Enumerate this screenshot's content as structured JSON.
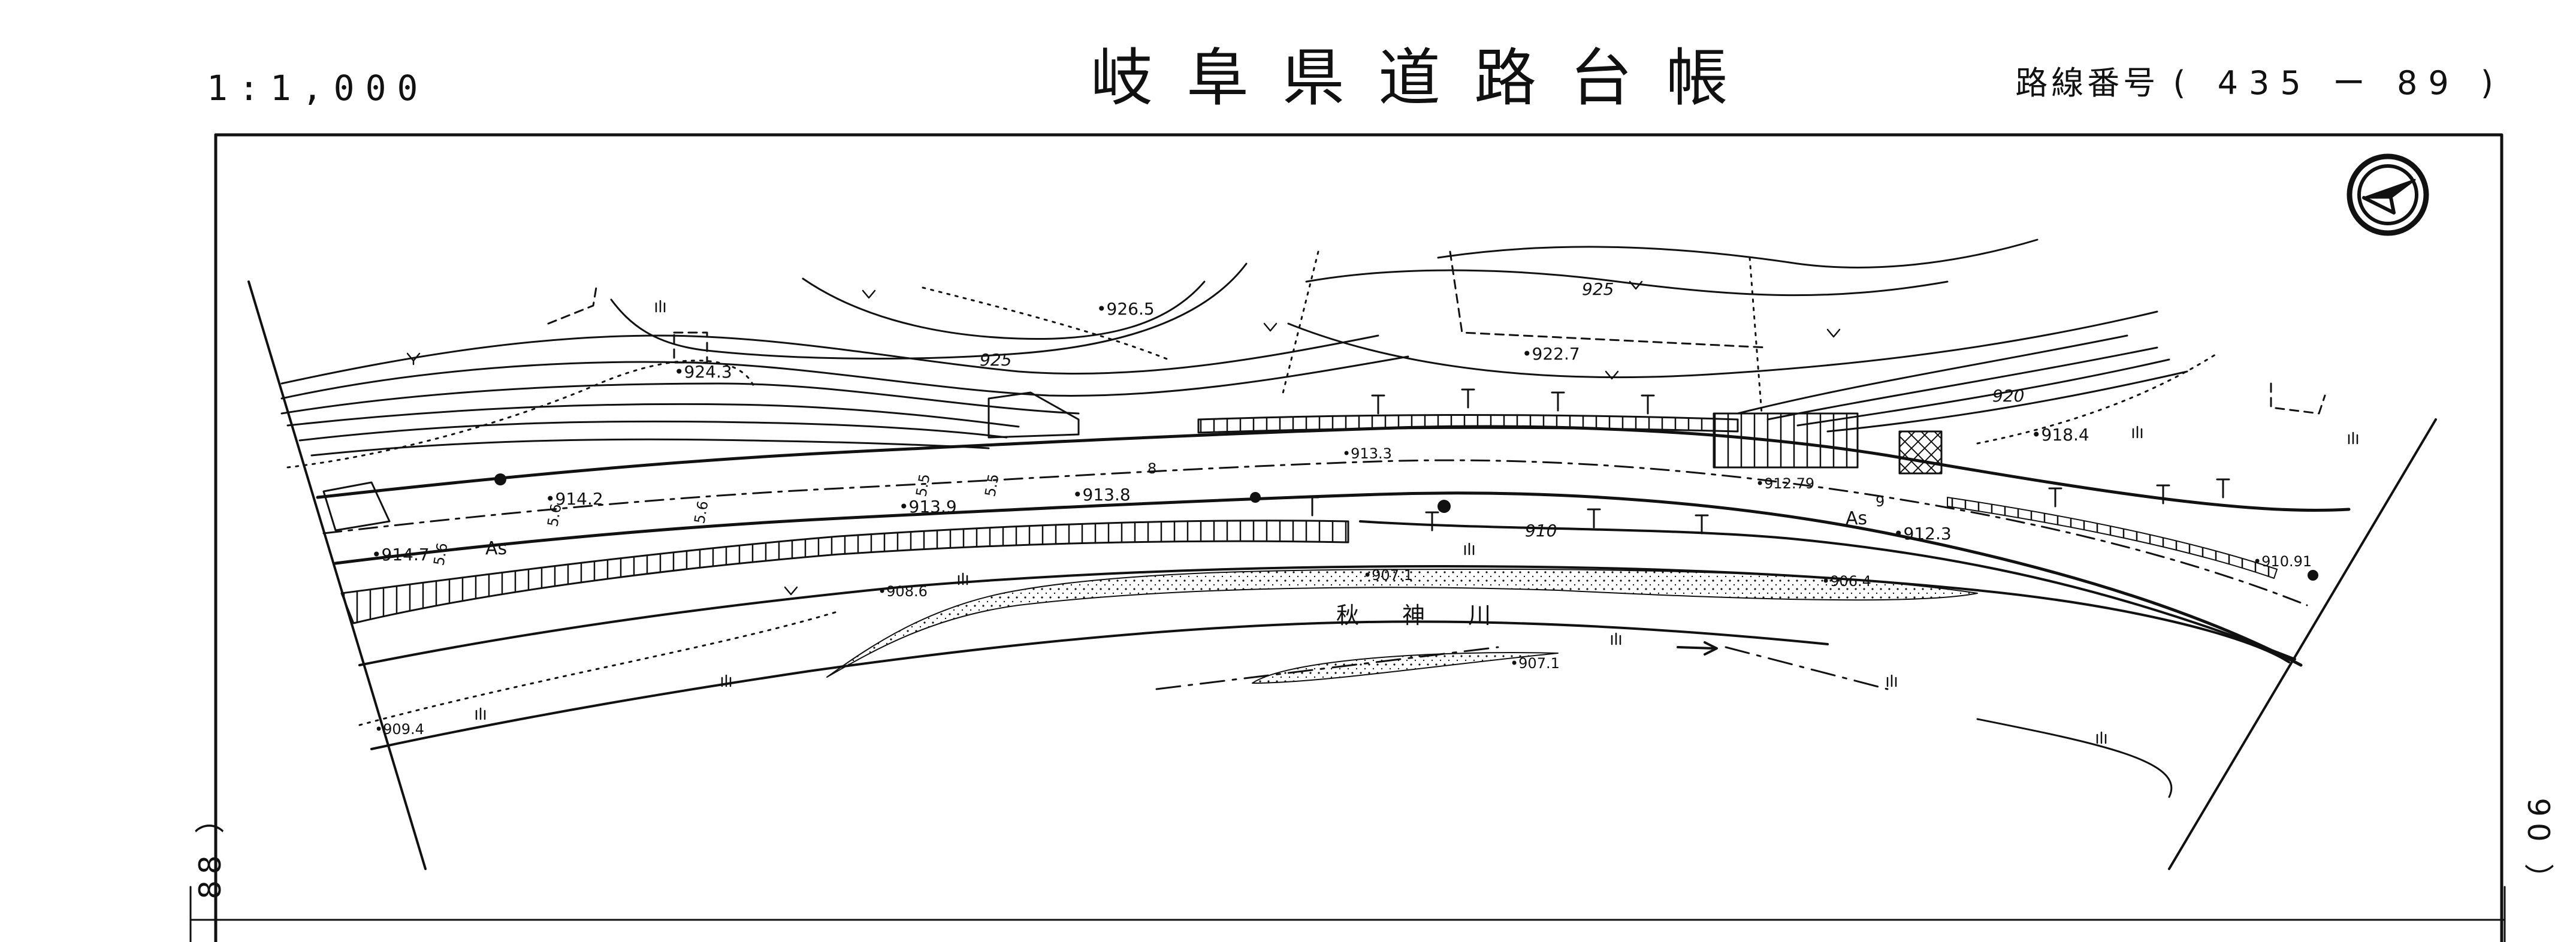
{
  "header": {
    "scale": "1:1,000",
    "title": "岐阜県道路台帳",
    "route_label": "路線番号",
    "route_number": "( 435 ー 89 )"
  },
  "sheet_neighbors": {
    "left": "88 ）",
    "right": "90 ）"
  },
  "map": {
    "river_name": "秋 神 川",
    "elevations": [
      {
        "id": "e9265",
        "label": "•926.5"
      },
      {
        "id": "e9243",
        "label": "•924.3"
      },
      {
        "id": "e9227",
        "label": "•922.7"
      },
      {
        "id": "e925a",
        "label": "925"
      },
      {
        "id": "e925b",
        "label": "925"
      },
      {
        "id": "e920",
        "label": "920"
      },
      {
        "id": "e9184",
        "label": "•918.4"
      },
      {
        "id": "e9133",
        "label": "•913.3"
      },
      {
        "id": "e9142",
        "label": "•914.2"
      },
      {
        "id": "e9139",
        "label": "•913.9"
      },
      {
        "id": "e9138",
        "label": "•913.8"
      },
      {
        "id": "e9147",
        "label": "•914.7"
      },
      {
        "id": "e91279",
        "label": "•912.79"
      },
      {
        "id": "e9123",
        "label": "•912.3"
      },
      {
        "id": "e910",
        "label": "910"
      },
      {
        "id": "e91091",
        "label": "•910.91"
      },
      {
        "id": "e9086",
        "label": "•908.6"
      },
      {
        "id": "e9071a",
        "label": "•907.1"
      },
      {
        "id": "e9064",
        "label": "•906.4"
      },
      {
        "id": "e9071b",
        "label": "•907.1"
      },
      {
        "id": "e9094",
        "label": "•909.4"
      }
    ],
    "pavement_labels": [
      "As",
      "As"
    ],
    "dimension_labels": [
      "5.6",
      "5.6",
      "5.6",
      "5.5",
      "5.5",
      "8",
      "9"
    ]
  },
  "colors": {
    "ink": "#111111",
    "paper": "#ffffff"
  },
  "icons": [
    "north-arrow-icon"
  ]
}
